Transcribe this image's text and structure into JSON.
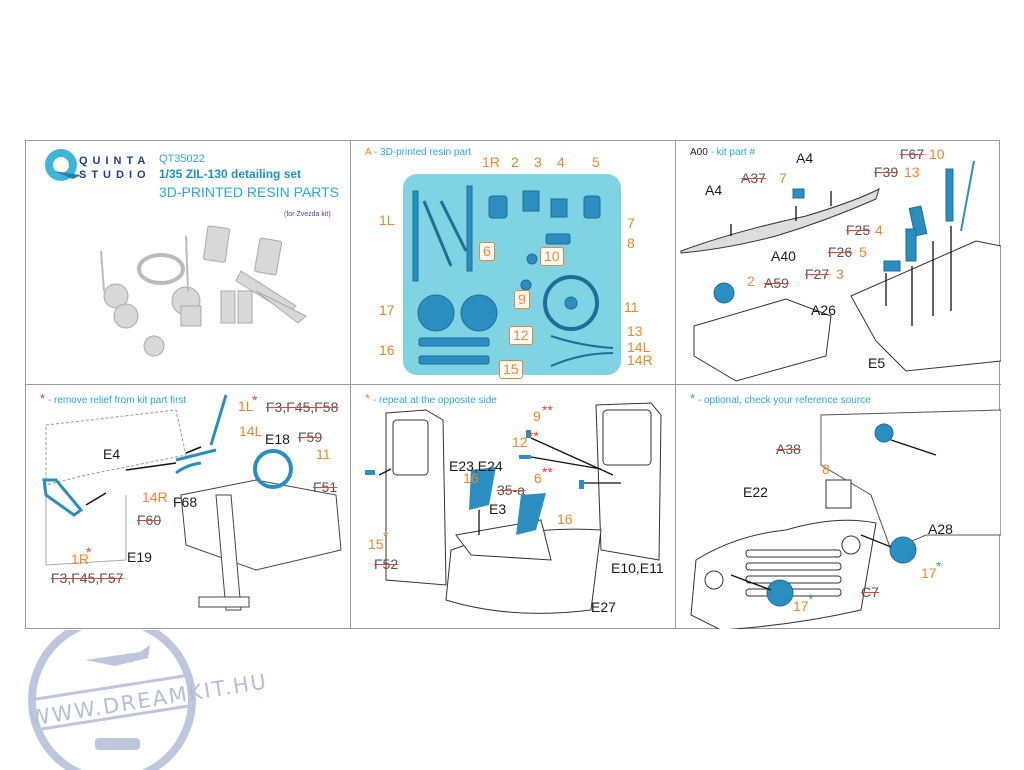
{
  "header": {
    "brand_line1": "QUINTA",
    "brand_line2": "STUDIO",
    "code": "QT35022",
    "title": "1/35 ZIL-130 detailing set",
    "subtitle": "3D-PRINTED RESIN PARTS",
    "note": "(for Zvezda kit)"
  },
  "panel_a": {
    "legend_prefix": "A",
    "legend_text": " - 3D-printed resin part",
    "labels": [
      "1R",
      "2",
      "3",
      "4",
      "5",
      "1L",
      "7",
      "8",
      "6",
      "10",
      "9",
      "11",
      "17",
      "12",
      "13",
      "16",
      "14L",
      "14R",
      "15"
    ]
  },
  "panel_kit": {
    "legend_prefix": "A00",
    "legend_text": " - kit part #",
    "labels": [
      "A4",
      "A4",
      "A37",
      "7",
      "F67",
      "10",
      "F39",
      "13",
      "F25",
      "4",
      "F26",
      "5",
      "F27",
      "3",
      "2",
      "A59",
      "A40",
      "A26",
      "E5"
    ]
  },
  "panel_cab": {
    "legend_mark": "*",
    "legend_text": " - remove relief from kit part first",
    "labels": [
      "1L",
      "*",
      "F3,F45,F58",
      "14L",
      "E18",
      "F59",
      "E4",
      "11",
      "F51",
      "14R",
      "F68",
      "F60",
      "1R",
      "*",
      "E19",
      "F3,F45,F57"
    ]
  },
  "panel_doors": {
    "legend_mark": "*",
    "legend_text": " - repeat at the opposite side",
    "labels": [
      "E23,E24",
      "9",
      "**",
      "12",
      "**",
      "16",
      "6",
      "**",
      "35-a",
      "E3",
      "16",
      "15",
      "*",
      "F52",
      "E10,E11",
      "E27"
    ]
  },
  "panel_grille": {
    "legend_mark": "*",
    "legend_text": " - optional, check your reference source",
    "labels": [
      "A38",
      "8",
      "E22",
      "A28",
      "17",
      "*",
      "17",
      "*",
      "C7"
    ]
  },
  "watermark": "WWW.DREAMKIT.HU",
  "colors": {
    "orange": "#f0842a",
    "blue": "#29a8dc",
    "resin": "#2a8fc0",
    "strike": "#e0443c",
    "green": "#2cb36a"
  }
}
